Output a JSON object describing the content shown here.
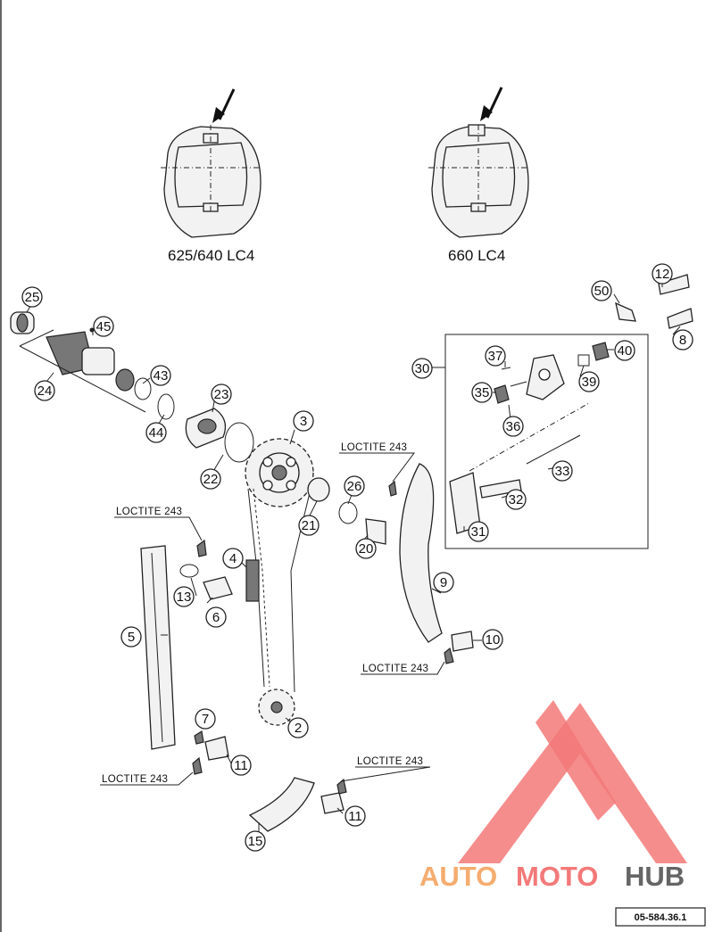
{
  "titles": {
    "variant_left": "625/640 LC4",
    "variant_right": "660 LC4"
  },
  "notes": {
    "loctite": "LOCTITE 243"
  },
  "part_numbers": [
    "2",
    "3",
    "4",
    "5",
    "6",
    "7",
    "8",
    "9",
    "10",
    "11",
    "12",
    "13",
    "15",
    "20",
    "21",
    "22",
    "23",
    "24",
    "25",
    "26",
    "30",
    "31",
    "32",
    "33",
    "35",
    "36",
    "37",
    "39",
    "40",
    "43",
    "44",
    "45",
    "50"
  ],
  "drawing_code": "05-584.36.1",
  "watermark": {
    "part1": "AUTO",
    "part2": "MOTO",
    "part3": "HUB",
    "color_orange": "#f4a460",
    "color_red": "#f26b6b",
    "color_dark": "#555555"
  }
}
